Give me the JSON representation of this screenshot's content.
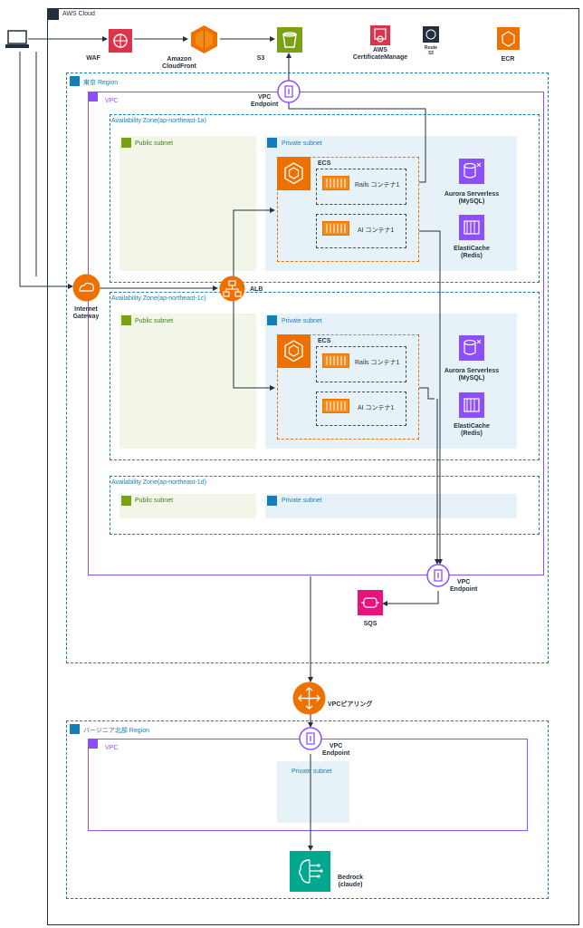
{
  "cloud": {
    "label": "AWS Cloud"
  },
  "edge": {
    "waf": "WAF",
    "cloudfront": "Amazon\nCloudFront",
    "s3": "S3",
    "acm": "AWS\nCertificateManage",
    "route53_badge": "Route\n53",
    "ecr": "ECR"
  },
  "tokyo": {
    "region_label": "東京 Region",
    "vpc_label": "VPC",
    "vpc_endpoint_top": "VPC\nEndpoint",
    "igw": "Internet\nGateway",
    "alb": "ALB",
    "az1": {
      "label": "Availability Zone(ap-northeast-1a)",
      "public": "Public subnet",
      "private": "Private subnet",
      "ecs": "ECS",
      "rails": "Rails コンテナ1",
      "ai": "AI コンテナ1",
      "aurora": "Aurora Serverless\n(MySQL)",
      "elasticache": "ElastiCache\n(Redis)"
    },
    "az2": {
      "label": "Availability Zone(ap-northeast-1c)",
      "public": "Public subnet",
      "private": "Private subnet",
      "ecs": "ECS",
      "rails": "Rails コンテナ1",
      "ai": "AI コンテナ1",
      "aurora": "Aurora Serverless\n(MySQL)",
      "elasticache": "ElastiCache\n(Redis)"
    },
    "az3": {
      "label": "Availability Zone(ap-northeast-1d)",
      "public": "Public subnet",
      "private": "Private subnet"
    },
    "vpc_endpoint_bottom": "VPC\nEndpoint",
    "sqs": "SQS"
  },
  "peering": "VPCピアリング",
  "virginia": {
    "region_label": "バージニア北部 Region",
    "vpc_label": "VPC",
    "vpc_endpoint": "VPC\nEndpoint",
    "private": "Private subnet",
    "bedrock": "Bedrock\n(claude)"
  },
  "colors": {
    "region_border": "#147eba",
    "vpc_border": "#8c4fff",
    "ecs_orange": "#ed7100",
    "database_purple": "#8c4fff",
    "storage_green": "#7aa116",
    "security_red": "#dd344c",
    "sqs_pink": "#e7157b",
    "ai_teal": "#01a88d"
  }
}
